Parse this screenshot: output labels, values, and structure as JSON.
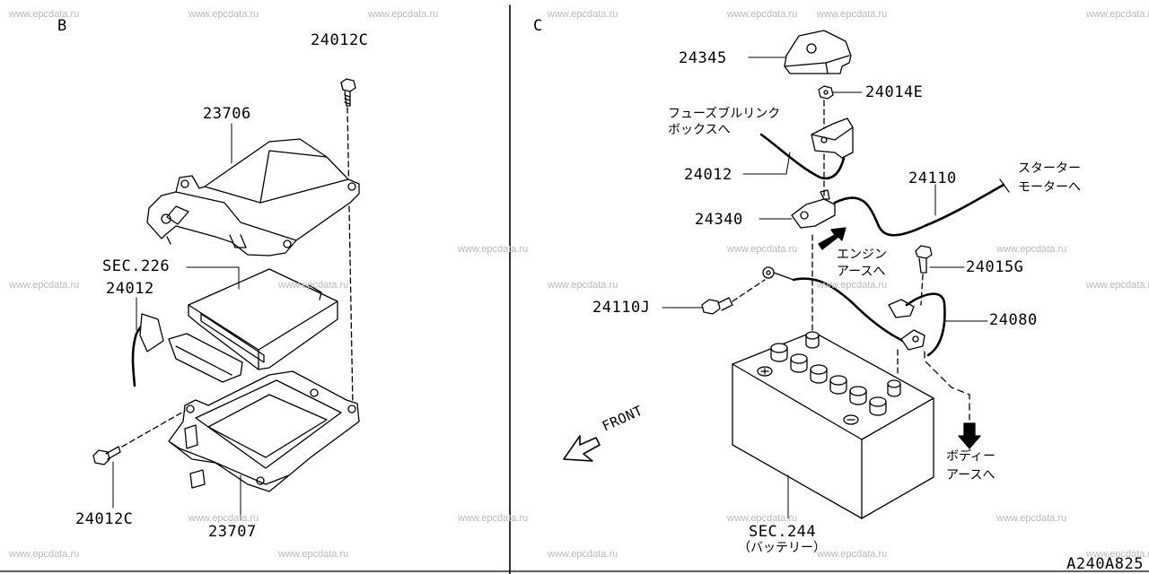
{
  "watermark": "www.epcdata.ru",
  "panel_b": {
    "letter": "B",
    "labels": {
      "bolt_top": "24012C",
      "cover": "23706",
      "sec226": "SEC.226",
      "harness": "24012",
      "bolt_bottom": "24012C",
      "bracket": "23707"
    }
  },
  "panel_c": {
    "letter": "C",
    "labels": {
      "terminal_cover": "24345",
      "nut": "24014E",
      "fusible_link_line1": "フューズブルリンク",
      "fusible_link_line2": "ボックスへ",
      "harness": "24012",
      "cable": "24110",
      "starter_line1": "スターター",
      "starter_line2": "モーターへ",
      "terminal": "24340",
      "engine_line1": "エンジン",
      "engine_line2": "アースへ",
      "bolt": "24015G",
      "cable_j": "24110J",
      "ground_cable": "24080",
      "front": "FRONT",
      "body_line1": "ボディー",
      "body_line2": "アースへ",
      "sec244": "SEC.244",
      "battery": "（バッテリー）"
    }
  },
  "diagram_code": "A240A825"
}
